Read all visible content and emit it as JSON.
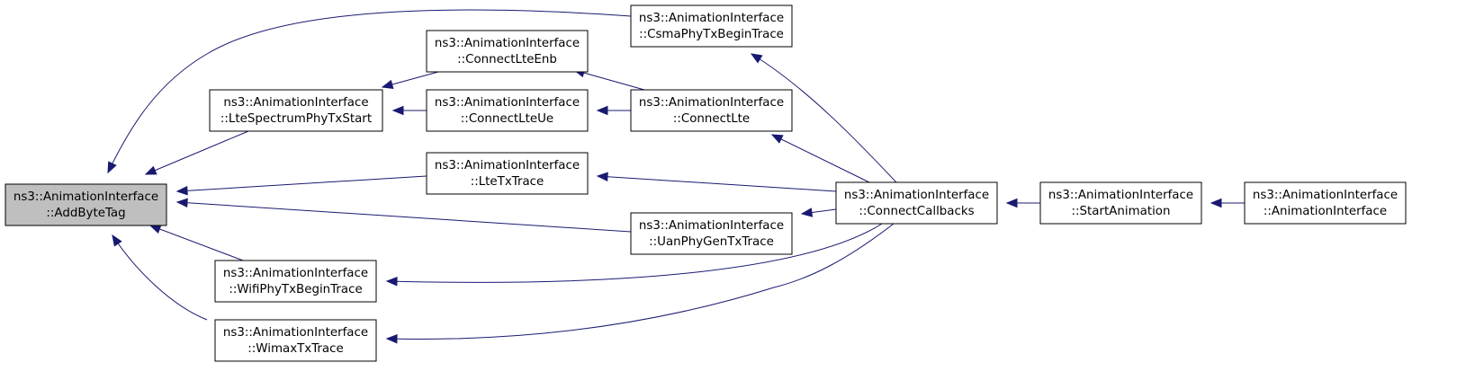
{
  "graph": {
    "edge_color": "#191970",
    "focus_fill": "#bfbfbf",
    "nodes": [
      {
        "id": "addbytetag",
        "line1": "ns3::AnimationInterface",
        "line2": "::AddByteTag",
        "focus": true
      },
      {
        "id": "ltespectrum",
        "line1": "ns3::AnimationInterface",
        "line2": "::LteSpectrumPhyTxStart"
      },
      {
        "id": "wifiphy",
        "line1": "ns3::AnimationInterface",
        "line2": "::WifiPhyTxBeginTrace"
      },
      {
        "id": "wimaxtx",
        "line1": "ns3::AnimationInterface",
        "line2": "::WimaxTxTrace"
      },
      {
        "id": "connectlteenb",
        "line1": "ns3::AnimationInterface",
        "line2": "::ConnectLteEnb"
      },
      {
        "id": "connectlteue",
        "line1": "ns3::AnimationInterface",
        "line2": "::ConnectLteUe"
      },
      {
        "id": "ltetxtrace",
        "line1": "ns3::AnimationInterface",
        "line2": "::LteTxTrace"
      },
      {
        "id": "csmaphy",
        "line1": "ns3::AnimationInterface",
        "line2": "::CsmaPhyTxBeginTrace"
      },
      {
        "id": "connectlte",
        "line1": "ns3::AnimationInterface",
        "line2": "::ConnectLte"
      },
      {
        "id": "uanphy",
        "line1": "ns3::AnimationInterface",
        "line2": "::UanPhyGenTxTrace"
      },
      {
        "id": "connectcallbacks",
        "line1": "ns3::AnimationInterface",
        "line2": "::ConnectCallbacks"
      },
      {
        "id": "startanimation",
        "line1": "ns3::AnimationInterface",
        "line2": "::StartAnimation"
      },
      {
        "id": "animationinterface",
        "line1": "ns3::AnimationInterface",
        "line2": "::AnimationInterface"
      }
    ],
    "edges": [
      {
        "from": "csmaphy",
        "to": "addbytetag"
      },
      {
        "from": "ltespectrum",
        "to": "addbytetag"
      },
      {
        "from": "ltetxtrace",
        "to": "addbytetag"
      },
      {
        "from": "uanphy",
        "to": "addbytetag"
      },
      {
        "from": "wifiphy",
        "to": "addbytetag"
      },
      {
        "from": "wimaxtx",
        "to": "addbytetag"
      },
      {
        "from": "connectlteenb",
        "to": "ltespectrum"
      },
      {
        "from": "connectlteue",
        "to": "ltespectrum"
      },
      {
        "from": "connectlte",
        "to": "connectlteenb"
      },
      {
        "from": "connectlte",
        "to": "connectlteue"
      },
      {
        "from": "connectcallbacks",
        "to": "csmaphy"
      },
      {
        "from": "connectcallbacks",
        "to": "connectlte"
      },
      {
        "from": "connectcallbacks",
        "to": "ltetxtrace"
      },
      {
        "from": "connectcallbacks",
        "to": "uanphy"
      },
      {
        "from": "connectcallbacks",
        "to": "wifiphy"
      },
      {
        "from": "connectcallbacks",
        "to": "wimaxtx"
      },
      {
        "from": "startanimation",
        "to": "connectcallbacks"
      },
      {
        "from": "animationinterface",
        "to": "startanimation"
      }
    ]
  }
}
